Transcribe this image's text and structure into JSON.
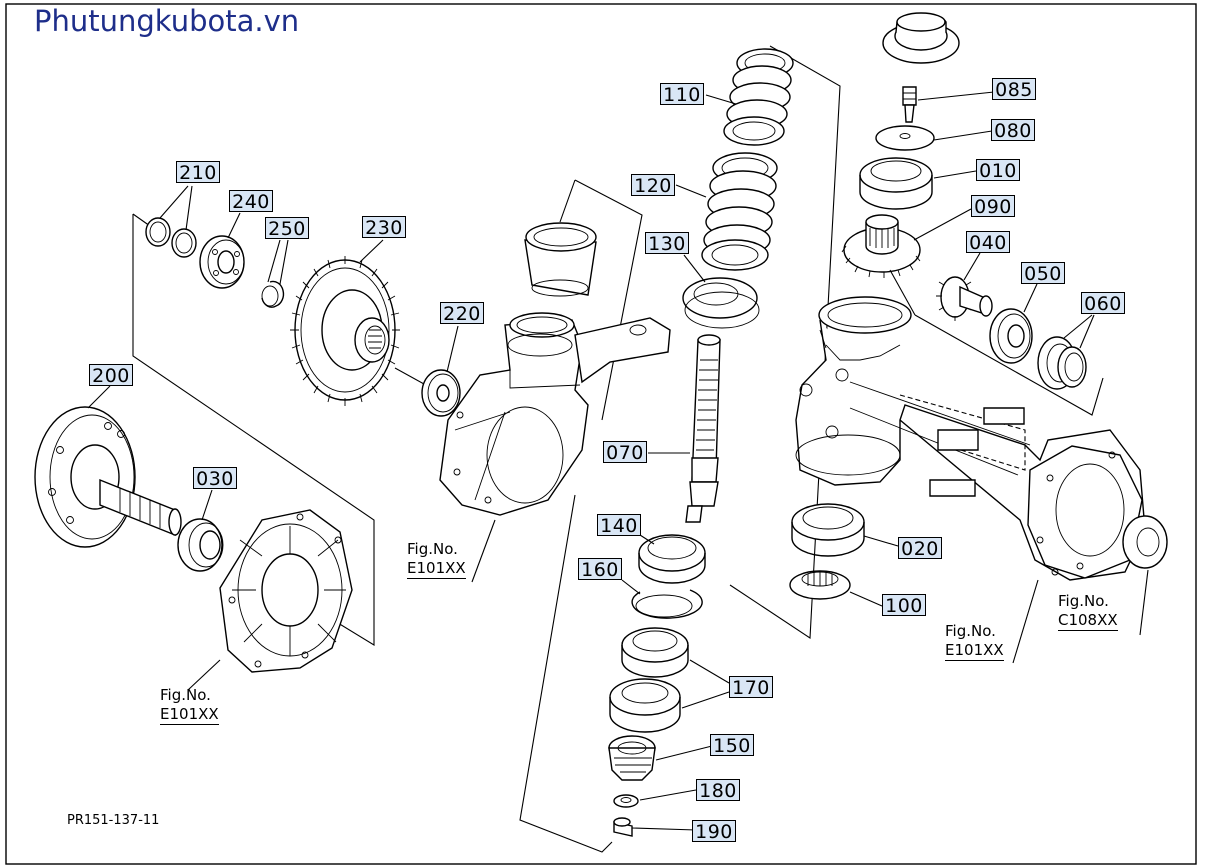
{
  "brand": {
    "text": "Phutungkubota.vn",
    "color": "#1e2e8a"
  },
  "drawing_id": "PR151-137-11",
  "part_label_style": {
    "fill": "#d9e6f5",
    "border": "#000000"
  },
  "part_numbers": {
    "p010": "010",
    "p020": "020",
    "p030": "030",
    "p040": "040",
    "p050": "050",
    "p060": "060",
    "p070": "070",
    "p080": "080",
    "p085": "085",
    "p090": "090",
    "p100": "100",
    "p110": "110",
    "p120": "120",
    "p130": "130",
    "p140": "140",
    "p150": "150",
    "p160": "160",
    "p170": "170",
    "p180": "180",
    "p190": "190",
    "p200": "200",
    "p210": "210",
    "p220": "220",
    "p230": "230",
    "p240": "240",
    "p250": "250"
  },
  "figure_refs": {
    "fig1": {
      "label": "Fig.No.",
      "code": "E101XX"
    },
    "fig2": {
      "label": "Fig.No.",
      "code": "E101XX"
    },
    "fig3": {
      "label": "Fig.No.",
      "code": "E101XX"
    },
    "fig4": {
      "label": "Fig.No.",
      "code": "C108XX"
    }
  }
}
